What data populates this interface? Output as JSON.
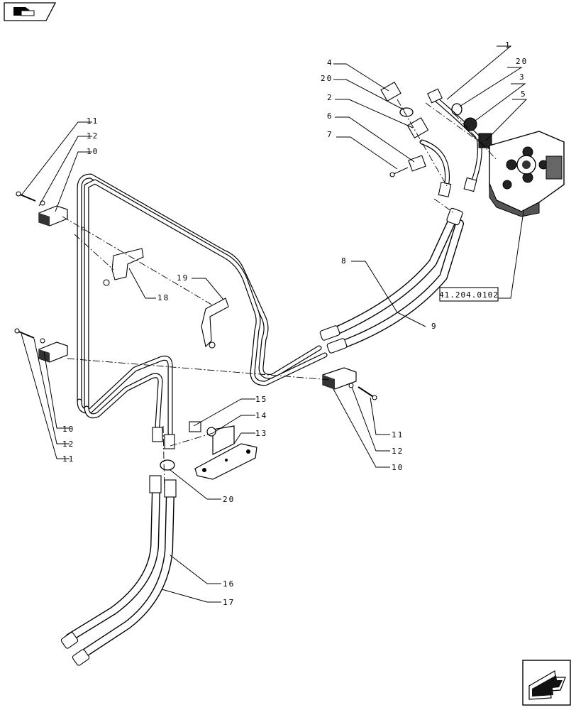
{
  "callouts": {
    "c1": "1",
    "c20a": "20",
    "c3": "3",
    "c5": "5",
    "c4": "4",
    "c20b": "20",
    "c2": "2",
    "c6": "6",
    "c7": "7",
    "c8": "8",
    "c9": "9",
    "c11a": "11",
    "c12a": "12",
    "c10a": "10",
    "c18": "18",
    "c19": "19",
    "c10b": "10",
    "c12b": "12",
    "c11b": "11",
    "c15": "15",
    "c14": "14",
    "c13": "13",
    "c11c": "11",
    "c12c": "12",
    "c10c": "10",
    "c20c": "20",
    "c16": "16",
    "c17": "17"
  },
  "reference_box": "41.204.0102",
  "icons": {
    "top_left": "return-to-index-icon",
    "bottom_right": "next-page-arrow-icon"
  }
}
